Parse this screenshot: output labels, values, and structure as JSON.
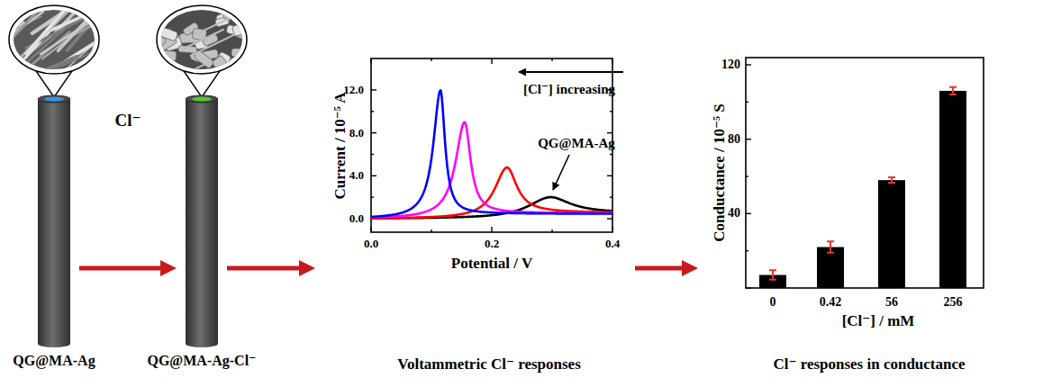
{
  "diagram": {
    "nodes": [
      {
        "text": [
          "QG@MA-Ag"
        ]
      },
      {
        "text": [
          "QG@MA-Ag-Cl⁻"
        ]
      },
      {
        "text": [
          "Voltammetric Cl⁻ responses"
        ]
      },
      {
        "text": [
          "Cl⁻ responses in conductance"
        ]
      }
    ],
    "edges": [
      {
        "from": 0,
        "to": 1,
        "arrow": "to",
        "label": "Cl⁻"
      },
      {
        "from": 1,
        "to": 2,
        "arrow": "to"
      },
      {
        "from": 2,
        "to": 3,
        "arrow": "to"
      }
    ],
    "labels": [
      "12.0",
      "8.0",
      "4.0",
      "0.0",
      "0.0",
      "0.2",
      "0.4",
      "Current / 10⁻⁵ A",
      "Potential / V",
      "[Cl⁻] increasing",
      "QG@MA-Ag",
      "120",
      "80",
      "40",
      "0",
      "0.42",
      "56",
      "256",
      "Conductance / 10⁻⁵ S",
      "[Cl⁻] / mM"
    ]
  }
}
